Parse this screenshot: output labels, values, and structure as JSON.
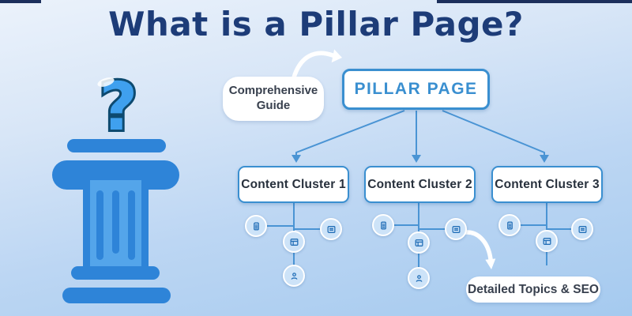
{
  "title": "What is a Pillar Page?",
  "diagram": {
    "root": {
      "label": "PILLAR PAGE"
    },
    "callouts": {
      "guide": "Comprehensive Guide",
      "seo": "Detailed Topics & SEO"
    },
    "clusters": [
      {
        "label": "Content Cluster 1",
        "icons": [
          "document-icon",
          "notes-icon",
          "layout-icon",
          "person-icon"
        ]
      },
      {
        "label": "Content Cluster 2",
        "icons": [
          "document-icon",
          "notes-icon",
          "layout-icon",
          "person-icon"
        ]
      },
      {
        "label": "Content Cluster 3",
        "icons": [
          "document-icon",
          "notes-icon",
          "layout-icon"
        ]
      }
    ]
  },
  "illustration": {
    "name": "pillar-column-with-question-mark",
    "question_mark": "?"
  },
  "colors": {
    "background_top": "#ebf2fb",
    "background_bottom": "#a5caef",
    "title_text": "#1d3c78",
    "node_border": "#3a8fd0",
    "root_text": "#3a8fd0",
    "cluster_text": "#27303c",
    "connector": "#4a94d4",
    "pill_text": "#38404e",
    "pillar_dark": "#2e84d8",
    "pillar_light": "#54a5ea",
    "question_mark_fill": "#3fa0ee",
    "question_mark_outline": "#0d4a70",
    "icon_glyph": "#2470b8",
    "circle_fill": "#cde3f8",
    "top_strip": "#1c2f5c"
  }
}
